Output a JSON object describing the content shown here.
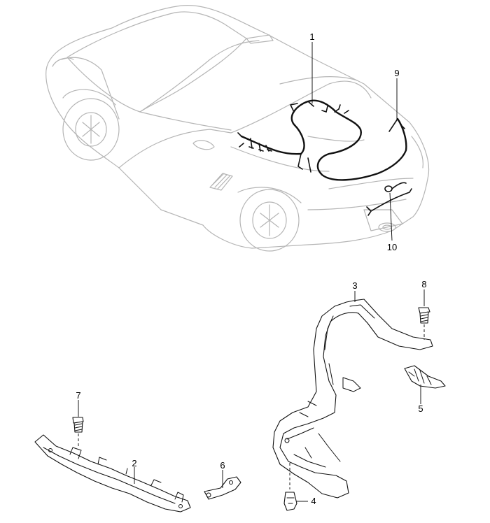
{
  "callouts": {
    "c1": "1",
    "c2": "2",
    "c3": "3",
    "c4": "4",
    "c5": "5",
    "c6": "6",
    "c7": "7",
    "c8": "8",
    "c9": "9",
    "c10": "10"
  },
  "colors": {
    "line": "#111111",
    "car_outline": "#b5b5b5",
    "background": "#ffffff"
  }
}
